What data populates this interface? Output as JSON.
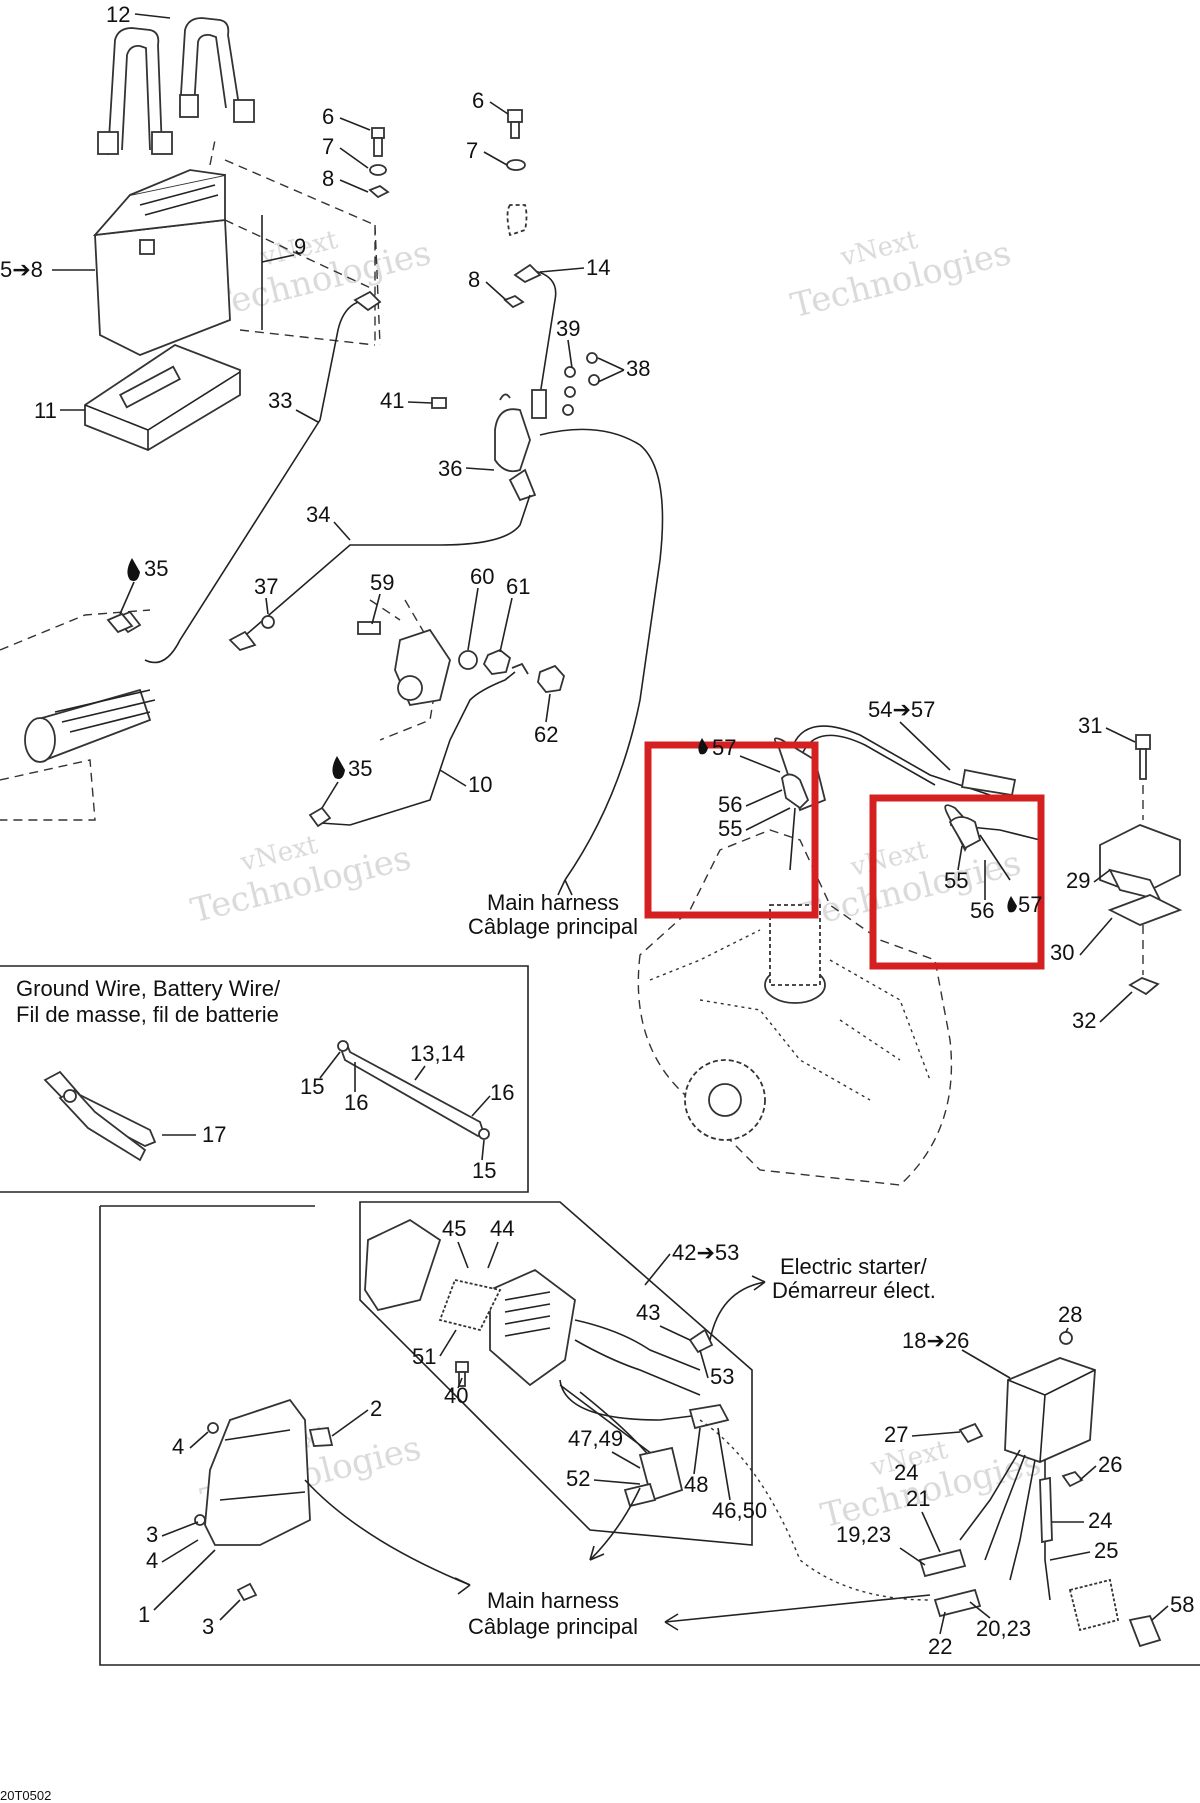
{
  "diagram": {
    "watermark": {
      "line1": "vNext",
      "line2": "Technologies"
    },
    "drawing_code": "20T0502",
    "labels": [
      {
        "id": "l12",
        "text": "12"
      },
      {
        "id": "l6a",
        "text": "6"
      },
      {
        "id": "l7a",
        "text": "7"
      },
      {
        "id": "l8a",
        "text": "8"
      },
      {
        "id": "l6b",
        "text": "6"
      },
      {
        "id": "l7b",
        "text": "7"
      },
      {
        "id": "l5to8",
        "text": "5➔8"
      },
      {
        "id": "l9",
        "text": "9"
      },
      {
        "id": "l8b",
        "text": "8"
      },
      {
        "id": "l14",
        "text": "14"
      },
      {
        "id": "l39",
        "text": "39"
      },
      {
        "id": "l38",
        "text": "38"
      },
      {
        "id": "l11",
        "text": "11"
      },
      {
        "id": "l33",
        "text": "33"
      },
      {
        "id": "l41",
        "text": "41"
      },
      {
        "id": "l36",
        "text": "36"
      },
      {
        "id": "l34",
        "text": "34"
      },
      {
        "id": "l35a",
        "text": "35"
      },
      {
        "id": "l37",
        "text": "37"
      },
      {
        "id": "l59",
        "text": "59"
      },
      {
        "id": "l60",
        "text": "60"
      },
      {
        "id": "l61",
        "text": "61"
      },
      {
        "id": "l62",
        "text": "62"
      },
      {
        "id": "l35b",
        "text": "35"
      },
      {
        "id": "l10",
        "text": "10"
      },
      {
        "id": "l54to57",
        "text": "54➔57"
      },
      {
        "id": "l31",
        "text": "31"
      },
      {
        "id": "l57a",
        "text": "57"
      },
      {
        "id": "l56a",
        "text": "56"
      },
      {
        "id": "l55a",
        "text": "55"
      },
      {
        "id": "l55b",
        "text": "55"
      },
      {
        "id": "l56b",
        "text": "56"
      },
      {
        "id": "l57b",
        "text": "57"
      },
      {
        "id": "l29",
        "text": "29"
      },
      {
        "id": "l30",
        "text": "30"
      },
      {
        "id": "l32",
        "text": "32"
      },
      {
        "id": "l1314",
        "text": "13,14"
      },
      {
        "id": "l15a",
        "text": "15"
      },
      {
        "id": "l16a",
        "text": "16"
      },
      {
        "id": "l16b",
        "text": "16"
      },
      {
        "id": "l15b",
        "text": "15"
      },
      {
        "id": "l17",
        "text": "17"
      },
      {
        "id": "l45",
        "text": "45"
      },
      {
        "id": "l44",
        "text": "44"
      },
      {
        "id": "l42to53",
        "text": "42➔53"
      },
      {
        "id": "l43",
        "text": "43"
      },
      {
        "id": "l51",
        "text": "51"
      },
      {
        "id": "l53",
        "text": "53"
      },
      {
        "id": "l40",
        "text": "40"
      },
      {
        "id": "l2",
        "text": "2"
      },
      {
        "id": "l4a",
        "text": "4"
      },
      {
        "id": "l4749",
        "text": "47,49"
      },
      {
        "id": "l52",
        "text": "52"
      },
      {
        "id": "l48",
        "text": "48"
      },
      {
        "id": "l4650",
        "text": "46,50"
      },
      {
        "id": "l3a",
        "text": "3"
      },
      {
        "id": "l4b",
        "text": "4"
      },
      {
        "id": "l1",
        "text": "1"
      },
      {
        "id": "l3b",
        "text": "3"
      },
      {
        "id": "l28",
        "text": "28"
      },
      {
        "id": "l18to26",
        "text": "18➔26"
      },
      {
        "id": "l27",
        "text": "27"
      },
      {
        "id": "l24a",
        "text": "24"
      },
      {
        "id": "l21",
        "text": "21"
      },
      {
        "id": "l26",
        "text": "26"
      },
      {
        "id": "l24b",
        "text": "24"
      },
      {
        "id": "l1923",
        "text": "19,23"
      },
      {
        "id": "l25",
        "text": "25"
      },
      {
        "id": "l58",
        "text": "58"
      },
      {
        "id": "l2023",
        "text": "20,23"
      },
      {
        "id": "l22",
        "text": "22"
      }
    ],
    "callouts": {
      "main_harness_en": "Main harness",
      "main_harness_fr": "Câblage principal",
      "ground_wire_en": "Ground Wire, Battery Wire/",
      "ground_wire_fr": "Fil de masse, fil de batterie",
      "starter_en": "Electric starter/",
      "starter_fr": "Démarreur élect."
    },
    "highlight_color": "#d42020"
  }
}
